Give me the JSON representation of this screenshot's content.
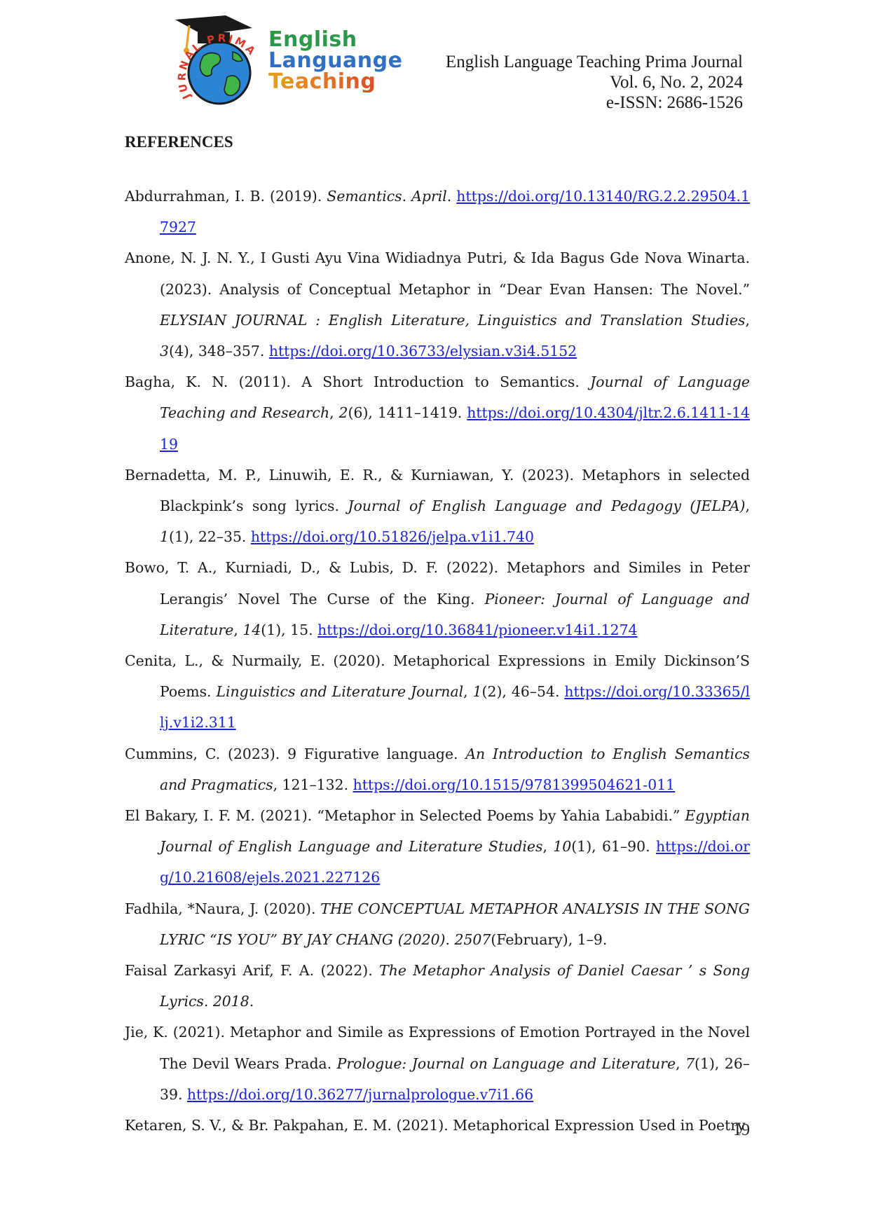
{
  "header": {
    "logo": {
      "ring_text": "JURNAL PRIMA",
      "line1": "English",
      "line2": "Languange",
      "line3": "Teaching",
      "colors": {
        "green": "#2a9a4a",
        "blue": "#2f6fc4",
        "orange": "#e8a020",
        "red": "#d83a2a"
      }
    },
    "journal_name": "English Language Teaching Prima Journal",
    "volume": "Vol. 6, No. 2, 2024",
    "issn": "e-ISSN: 2686-1526"
  },
  "section_title": "REFERENCES",
  "references": [
    {
      "parts": [
        {
          "t": "Abdurrahman, I. B. (2019). "
        },
        {
          "i": "Semantics"
        },
        {
          "t": ". "
        },
        {
          "i": "April"
        },
        {
          "t": ". "
        },
        {
          "link": "https://doi.org/10.13140/RG.2.2.29504.17927"
        }
      ]
    },
    {
      "parts": [
        {
          "t": "Anone, N. J. N. Y., I Gusti Ayu Vina Widiadnya Putri, & Ida Bagus Gde Nova Winarta. (2023). Analysis of Conceptual Metaphor in “Dear Evan Hansen: The Novel.” "
        },
        {
          "i": "ELYSIAN JOURNAL : English Literature, Linguistics and Translation Studies"
        },
        {
          "t": ", "
        },
        {
          "i": "3"
        },
        {
          "t": "(4), 348–357. "
        },
        {
          "link": "https://doi.org/10.36733/elysian.v3i4.5152"
        }
      ]
    },
    {
      "parts": [
        {
          "t": "Bagha, K. N. (2011). A Short Introduction to Semantics. "
        },
        {
          "i": "Journal of Language Teaching and Research"
        },
        {
          "t": ", "
        },
        {
          "i": "2"
        },
        {
          "t": "(6), 1411–1419. "
        },
        {
          "link": "https://doi.org/10.4304/jltr.2.6.1411-1419"
        }
      ]
    },
    {
      "parts": [
        {
          "t": "Bernadetta, M. P., Linuwih, E. R., & Kurniawan, Y. (2023). Metaphors in selected Blackpink’s song lyrics. "
        },
        {
          "i": "Journal of English Language and Pedagogy (JELPA)"
        },
        {
          "t": ", "
        },
        {
          "i": "1"
        },
        {
          "t": "(1), 22–35. "
        },
        {
          "link": "https://doi.org/10.51826/jelpa.v1i1.740"
        }
      ]
    },
    {
      "parts": [
        {
          "t": "Bowo, T. A., Kurniadi, D., & Lubis, D. F. (2022). Metaphors and Similes in Peter Lerangis’ Novel The Curse of the King. "
        },
        {
          "i": "Pioneer: Journal of Language and Literature"
        },
        {
          "t": ", "
        },
        {
          "i": "14"
        },
        {
          "t": "(1), 15. "
        },
        {
          "link": "https://doi.org/10.36841/pioneer.v14i1.1274"
        }
      ]
    },
    {
      "parts": [
        {
          "t": "Cenita, L., & Nurmaily, E. (2020). Metaphorical Expressions in Emily Dickinson’S Poems. "
        },
        {
          "i": "Linguistics and Literature Journal"
        },
        {
          "t": ", "
        },
        {
          "i": "1"
        },
        {
          "t": "(2), 46–54. "
        },
        {
          "link": "https://doi.org/10.33365/llj.v1i2.311"
        }
      ]
    },
    {
      "parts": [
        {
          "t": "Cummins, C. (2023). 9 Figurative language. "
        },
        {
          "i": "An Introduction to English Semantics and Pragmatics"
        },
        {
          "t": ", 121–132. "
        },
        {
          "link": "https://doi.org/10.1515/9781399504621-011"
        }
      ]
    },
    {
      "parts": [
        {
          "t": "El Bakary, I. F. M. (2021). “Metaphor in Selected Poems by Yahia Lababidi.” "
        },
        {
          "i": "Egyptian Journal of English Language and Literature Studies"
        },
        {
          "t": ", "
        },
        {
          "i": "10"
        },
        {
          "t": "(1), 61–90. "
        },
        {
          "link": "https://doi.org/10.21608/ejels.2021.227126"
        }
      ]
    },
    {
      "parts": [
        {
          "t": "Fadhila, *Naura, J. (2020). "
        },
        {
          "i": "THE CONCEPTUAL METAPHOR ANALYSIS IN THE SONG LYRIC “IS YOU” BY JAY CHANG (2020)"
        },
        {
          "t": ". "
        },
        {
          "i": "2507"
        },
        {
          "t": "(February), 1–9."
        }
      ]
    },
    {
      "parts": [
        {
          "t": "Faisal Zarkasyi Arif, F. A. (2022). "
        },
        {
          "i": "The Metaphor Analysis of Daniel Caesar ’ s Song Lyrics"
        },
        {
          "t": ". "
        },
        {
          "i": "2018"
        },
        {
          "t": "."
        }
      ]
    },
    {
      "parts": [
        {
          "t": "Jie, K. (2021). Metaphor and Simile as Expressions of Emotion Portrayed in the Novel The Devil Wears Prada. "
        },
        {
          "i": "Prologue: Journal on Language and Literature"
        },
        {
          "t": ", "
        },
        {
          "i": "7"
        },
        {
          "t": "(1), 26–39. "
        },
        {
          "link": "https://doi.org/10.36277/jurnalprologue.v7i1.66"
        }
      ]
    },
    {
      "parts": [
        {
          "t": "Ketaren, S. V., & Br. Pakpahan, E. M. (2021). Metaphorical Expression Used in Poetry"
        }
      ]
    }
  ],
  "page_number": "19"
}
